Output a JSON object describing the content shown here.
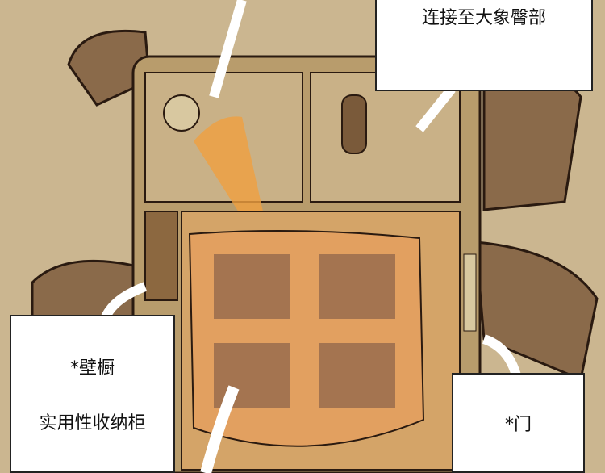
{
  "captions": {
    "top_right": "连接至大象臀部",
    "closet_title": "*壁橱",
    "closet_desc": "实用性收纳柜",
    "door": "*门"
  },
  "colors": {
    "wall": "#cdb993",
    "frame": "#a48a5e",
    "glow": "#f0a040",
    "caption_bg": "#ffffff"
  }
}
